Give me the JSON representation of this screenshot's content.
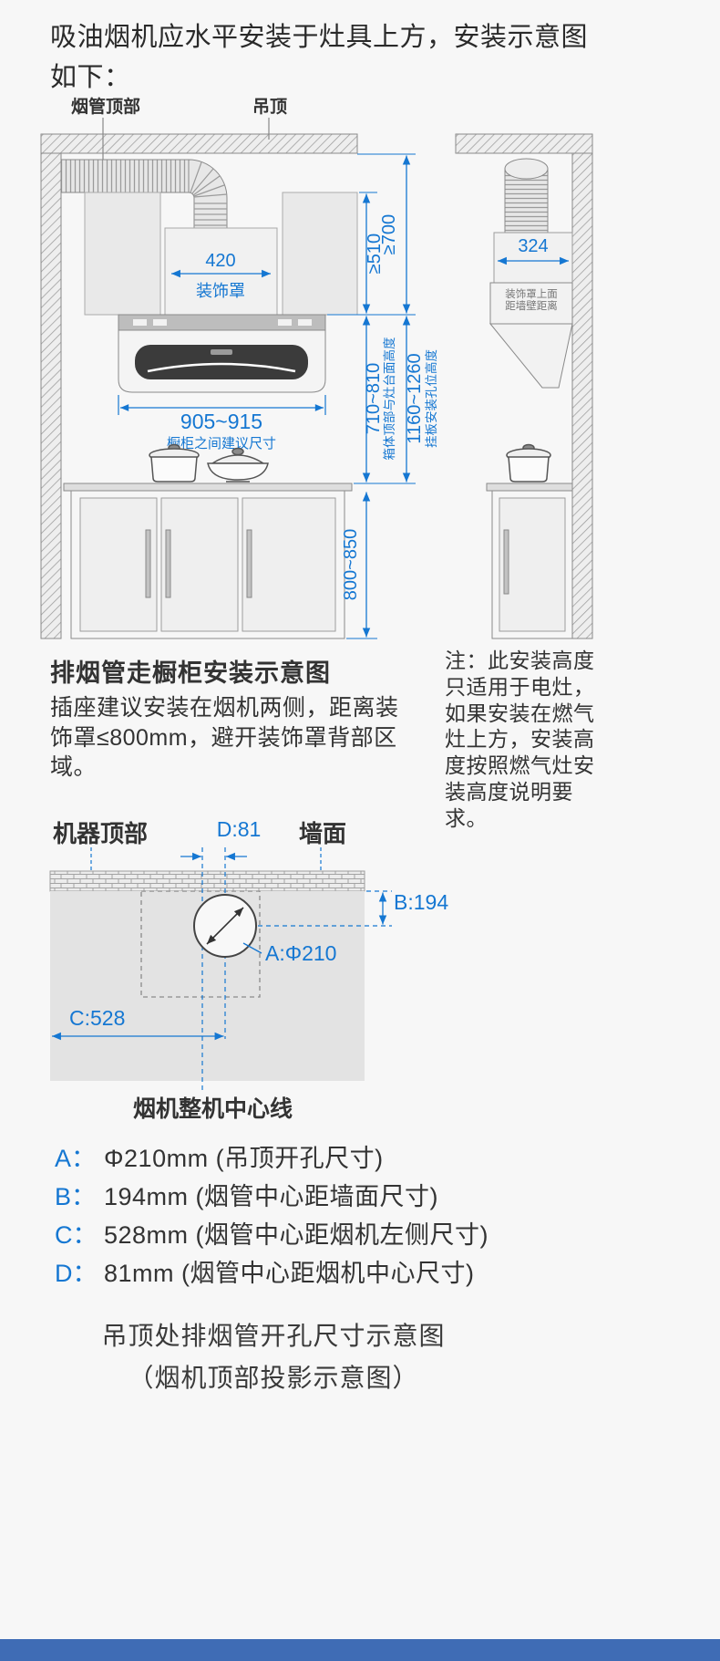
{
  "colors": {
    "accent_blue": "#1577d2",
    "footer_bar": "#3f6cb5"
  },
  "intro": "吸油烟机应水平安装于灶具上方，安装示意图如下：",
  "install": {
    "label_duct_top": "烟管顶部",
    "label_ceiling": "吊顶",
    "deco_width": "420",
    "deco_label": "装饰罩",
    "dim_min_510": "≥510",
    "dim_min_700": "≥700",
    "cabinet_gap": "905~915",
    "cabinet_gap_label": "橱柜之间建议尺寸",
    "body_height": "710~810",
    "body_height_label": "箱体顶部与灶台面高度",
    "hole_height": "1160~1260",
    "hole_height_label": "挂板安装孔位高度",
    "base_height": "800~850",
    "caption": "排烟管走橱柜安装示意图",
    "socket_note": "插座建议安装在烟机两侧，距离装饰罩≤800mm，避开装饰罩背部区域。"
  },
  "side": {
    "deco_depth": "324",
    "small_label_1": "装饰罩上面",
    "small_label_2": "距墙壁距离",
    "note": "注：此安装高度只适用于电灶，如果安装在燃气灶上方，安装高度按照燃气灶安装高度说明要求。"
  },
  "holes": {
    "label_machine_top": "机器顶部",
    "label_wall": "墙面",
    "dim_d": "D:81",
    "dim_b": "B:194",
    "dim_a": "A:Φ210",
    "dim_c": "C:528",
    "centerline_label": "烟机整机中心线"
  },
  "legend": {
    "items": [
      {
        "key": "A：",
        "text": "Φ210mm (吊顶开孔尺寸)"
      },
      {
        "key": "B：",
        "text": "194mm (烟管中心距墙面尺寸)"
      },
      {
        "key": "C：",
        "text": "528mm (烟管中心距烟机左侧尺寸)"
      },
      {
        "key": "D：",
        "text": "81mm (烟管中心距烟机中心尺寸)"
      }
    ],
    "caption_line1": "吊顶处排烟管开孔尺寸示意图",
    "caption_line2": "（烟机顶部投影示意图）"
  }
}
